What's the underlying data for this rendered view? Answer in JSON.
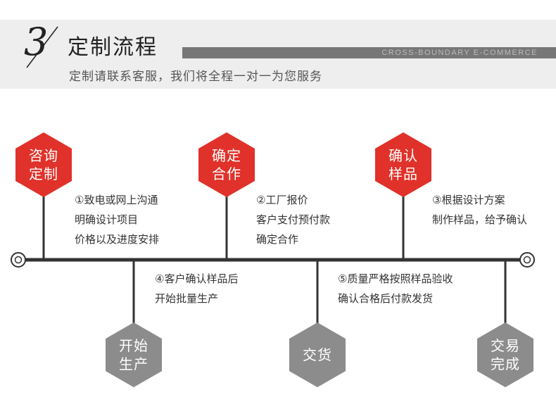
{
  "header": {
    "step_number": "3",
    "title": "定制流程",
    "banner_text": "CROSS-BOUNDARY E-COMMERCE",
    "subtitle": "定制请联系客服，我们将全程一对一为您服务"
  },
  "colors": {
    "accent_red": "#e0322a",
    "neutral_gray": "#8c8c8c",
    "timeline": "#333333",
    "header_bg": "#eeeeee"
  },
  "top_steps": [
    {
      "label_line1": "咨询",
      "label_line2": "定制",
      "desc": [
        "①致电或网上沟通",
        "明确设计项目",
        "价格以及进度安排"
      ]
    },
    {
      "label_line1": "确定",
      "label_line2": "合作",
      "desc": [
        "②工厂报价",
        "客户支付预付款",
        "确定合作"
      ]
    },
    {
      "label_line1": "确认",
      "label_line2": "样品",
      "desc": [
        "③根据设计方案",
        "制作样品，给予确认"
      ]
    }
  ],
  "bottom_steps": [
    {
      "label_line1": "开始",
      "label_line2": "生产",
      "desc": [
        "④客户确认样品后",
        "开始批量生产"
      ]
    },
    {
      "label_line1": "交货",
      "label_line2": "",
      "desc": [
        "⑤质量严格按照样品验收",
        "确认合格后付款发货"
      ]
    },
    {
      "label_line1": "交易",
      "label_line2": "完成",
      "desc": []
    }
  ]
}
